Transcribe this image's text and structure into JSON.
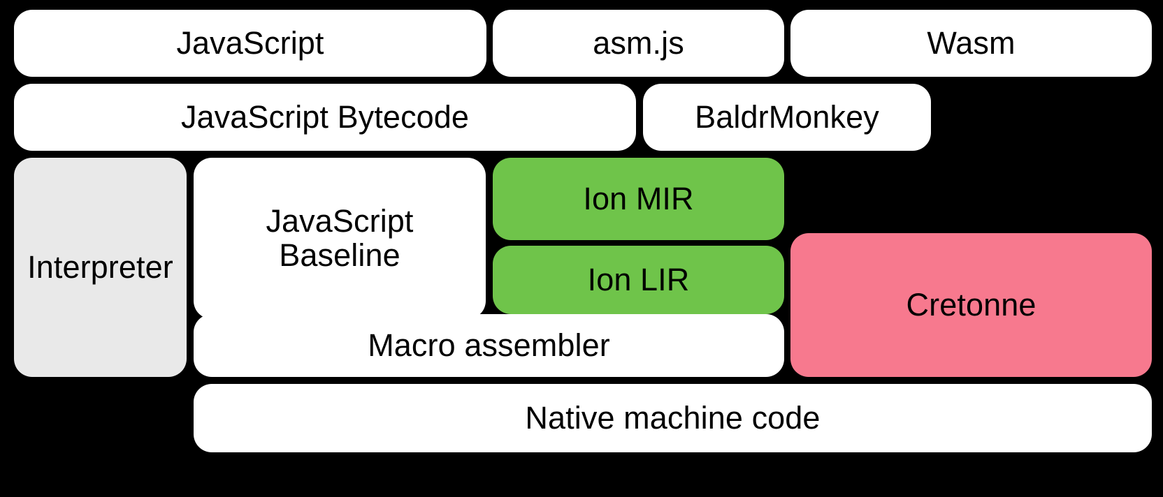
{
  "diagram": {
    "title": "SpiderMonkey compilation pipeline",
    "background_color": "#000000",
    "colors": {
      "white": "#ffffff",
      "gray": "#e9e9e9",
      "green": "#6fc44a",
      "pink": "#f7798e",
      "text": "#000000"
    },
    "rows": [
      {
        "name": "source-languages",
        "nodes": [
          {
            "id": "javascript",
            "label": "JavaScript",
            "fill": "white"
          },
          {
            "id": "asm-js",
            "label": "asm.js",
            "fill": "white"
          },
          {
            "id": "wasm",
            "label": "Wasm",
            "fill": "white"
          }
        ]
      },
      {
        "name": "front-ends",
        "nodes": [
          {
            "id": "javascript-bytecode",
            "label": "JavaScript Bytecode",
            "fill": "white"
          },
          {
            "id": "baldrmonkey",
            "label": "BaldrMonkey",
            "fill": "white"
          }
        ]
      },
      {
        "name": "execution-tiers",
        "nodes": [
          {
            "id": "interpreter",
            "label": "Interpreter",
            "fill": "gray"
          },
          {
            "id": "javascript-baseline",
            "label": "JavaScript\nBaseline",
            "fill": "white"
          },
          {
            "id": "ion-mir",
            "label": "Ion MIR",
            "fill": "green"
          },
          {
            "id": "ion-lir",
            "label": "Ion LIR",
            "fill": "green"
          },
          {
            "id": "cretonne",
            "label": "Cretonne",
            "fill": "pink"
          }
        ]
      },
      {
        "name": "code-emission",
        "nodes": [
          {
            "id": "macro-assembler",
            "label": "Macro assembler",
            "fill": "white"
          },
          {
            "id": "native-machine-code",
            "label": "Native machine code",
            "fill": "white"
          }
        ]
      }
    ]
  },
  "nodes": {
    "javascript": "JavaScript",
    "asm_js": "asm.js",
    "wasm": "Wasm",
    "javascript_bytecode": "JavaScript Bytecode",
    "baldrmonkey": "BaldrMonkey",
    "interpreter": "Interpreter",
    "javascript_baseline": "JavaScript\nBaseline",
    "ion_mir": "Ion MIR",
    "ion_lir": "Ion LIR",
    "cretonne": "Cretonne",
    "macro_assembler": "Macro assembler",
    "native_machine_code": "Native machine code"
  }
}
